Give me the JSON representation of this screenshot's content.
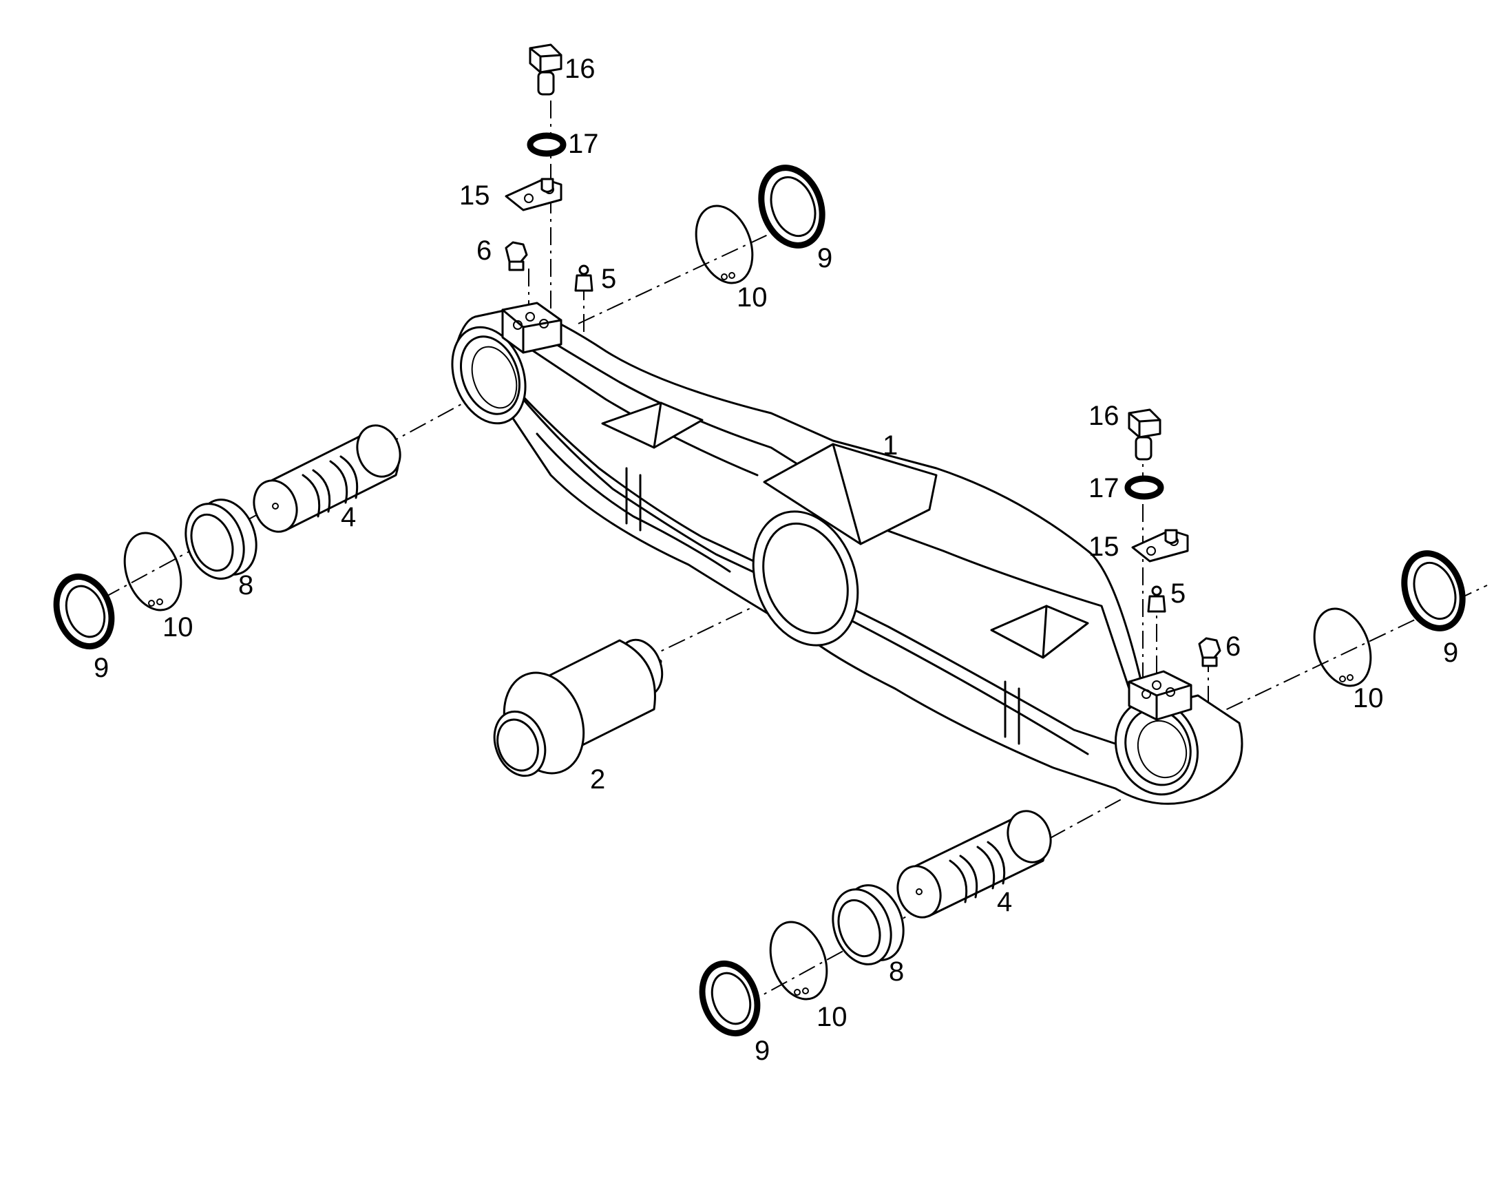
{
  "labels": {
    "l1": "1",
    "l2": "2",
    "l4a": "4",
    "l4b": "4",
    "l5a": "5",
    "l5b": "5",
    "l6a": "6",
    "l6b": "6",
    "l8a": "8",
    "l8b": "8",
    "l9a": "9",
    "l9b": "9",
    "l9c": "9",
    "l9d": "9",
    "l10a": "10",
    "l10b": "10",
    "l10c": "10",
    "l10d": "10",
    "l15a": "15",
    "l15b": "15",
    "l16a": "16",
    "l16b": "16",
    "l17a": "17",
    "l17b": "17"
  }
}
